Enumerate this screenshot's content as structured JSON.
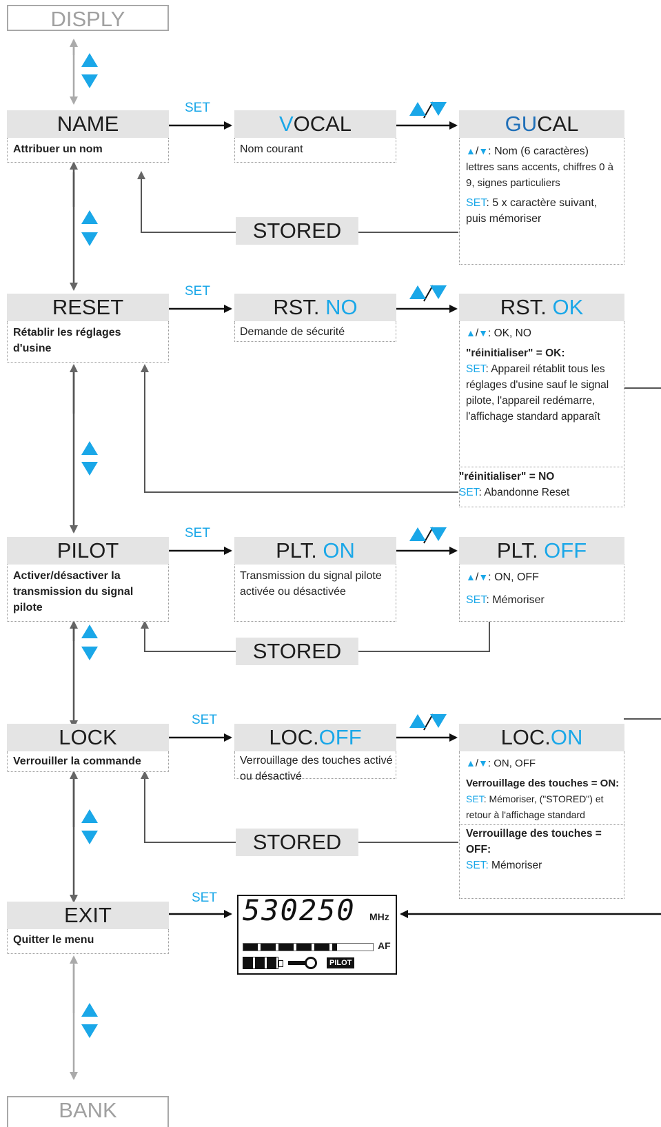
{
  "nav_top": "DISPLY",
  "nav_bottom": "BANK",
  "set_label": "SET",
  "stored_label": "STORED",
  "name": {
    "title": "NAME",
    "desc": "Attribuer un nom",
    "current_prefix": "V",
    "current_rest": "OCAL",
    "current_desc": "Nom courant",
    "edit_prefix": "GU",
    "edit_rest": "CAL",
    "edit_line1": ": Nom (6 caractères)",
    "edit_line2": "lettres sans accents, chiffres 0 à 9, signes particuliers",
    "edit_set_text": ": 5 x caractère suivant, puis mémoriser"
  },
  "reset": {
    "title": "RESET",
    "desc": "Rétablir les réglages d'usine",
    "current_prefix": "RST. ",
    "current_value": "NO",
    "current_desc": "Demande de sécurité",
    "edit_prefix": "RST. ",
    "edit_value": "OK",
    "edit_line1": ": OK, NO",
    "ok_heading": "\"réinitialiser\" = OK:",
    "ok_text": ": Appareil rétablit tous les réglages d'usine sauf le signal pilote, l'appareil redémarre, l'affichage standard apparaît",
    "no_heading": "\"réinitialiser\" = NO",
    "no_text": ":  Abandonne Reset"
  },
  "pilot": {
    "title": "PILOT",
    "desc": "Activer/désactiver la transmission du signal pilote",
    "current_prefix": "PLT.  ",
    "current_value": "ON",
    "current_desc": "Transmission du signal pilote activée ou désactivée",
    "edit_prefix": "PLT.  ",
    "edit_value": "OFF",
    "edit_line1": ": ON, OFF",
    "edit_set_text": ": Mémoriser"
  },
  "lock": {
    "title": "LOCK",
    "desc": "Verrouiller la commande",
    "current_prefix": "LOC.",
    "current_value": "OFF",
    "current_desc": "Verrouillage des touches activé ou désactivé",
    "edit_prefix": "LOC.",
    "edit_value": "ON",
    "edit_line1": ": ON, OFF",
    "on_heading": "Verrouillage des touches = ON:",
    "on_text": " Mémoriser, (\"STORED\") et retour à l'affichage standard",
    "off_heading": "Verrouillage des touches = OFF:",
    "off_text": " Mémoriser"
  },
  "exit": {
    "title": "EXIT",
    "desc": "Quitter le menu"
  },
  "lcd": {
    "frequency": "530250",
    "unit": "MHz",
    "af_label": "AF",
    "pilot_label": "PILOT"
  },
  "af_level": 0.72,
  "accent_color": "#1aa7e8"
}
